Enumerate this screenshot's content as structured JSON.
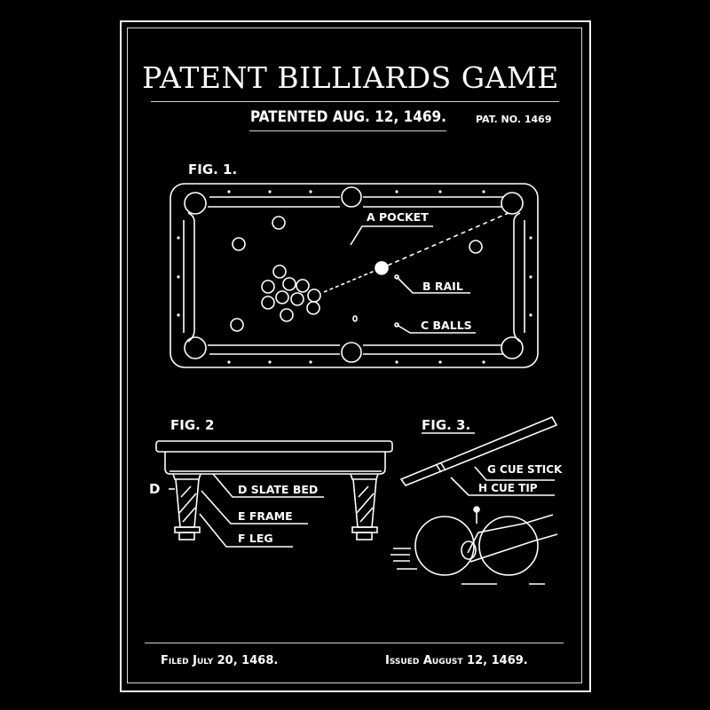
{
  "header": {
    "title": "PATENT BILLIARDS GAME",
    "patented": "PATENTED AUG. 12, 1469.",
    "patent_number": "PAT. NO. 1469"
  },
  "figures": {
    "fig1": {
      "label": "FIG. 1.",
      "callouts": [
        {
          "letter": "A",
          "text": "A POCKET"
        },
        {
          "letter": "B",
          "text": "B RAIL"
        },
        {
          "letter": "C",
          "text": "C BALLS"
        }
      ]
    },
    "fig2": {
      "label": "FIG. 2",
      "side_marker": "D",
      "callouts": [
        {
          "letter": "D",
          "text": "D SLATE BED"
        },
        {
          "letter": "E",
          "text": "E FRAME"
        },
        {
          "letter": "F",
          "text": "F LEG"
        }
      ]
    },
    "fig3": {
      "label": "FIG. 3.",
      "callouts": [
        {
          "letter": "G",
          "text": "G CUE STICK"
        },
        {
          "letter": "H",
          "text": "H CUE TIP"
        }
      ]
    }
  },
  "footer": {
    "filed": "Filed July 20, 1468.",
    "issued": "Issued August 12, 1469."
  },
  "colors": {
    "background": "#000000",
    "ink": "#ffffff"
  }
}
